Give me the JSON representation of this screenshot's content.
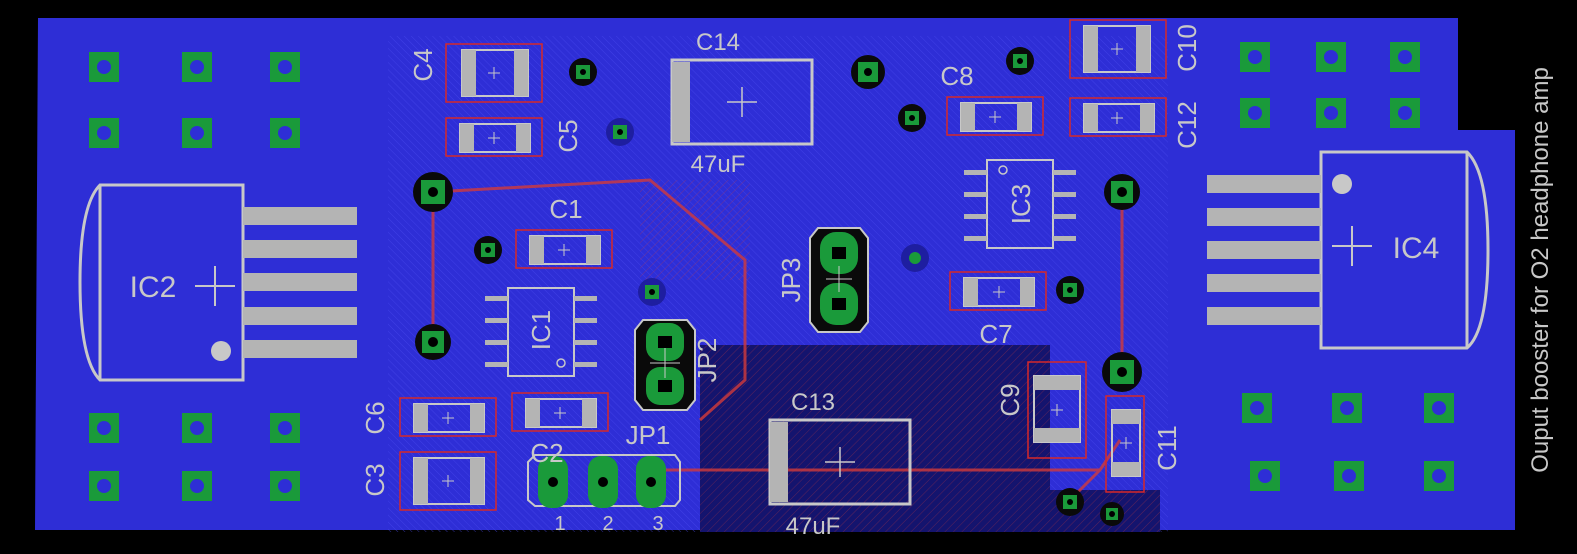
{
  "board": {
    "vertical_label": "Ouput booster for O2 headphone amp",
    "colors": {
      "background": "#000000",
      "bottom_copper": "#2e2ed6",
      "top_copper_hatch": "#d23a3a",
      "via": "#1a9a3a",
      "silkscreen": "#c8c8c8",
      "pad": "#b4b4b4",
      "part_outline": "#d62828"
    }
  },
  "components": {
    "C1": {
      "label": "C1"
    },
    "C2": {
      "label": "C2"
    },
    "C3": {
      "label": "C3"
    },
    "C4": {
      "label": "C4"
    },
    "C5": {
      "label": "C5"
    },
    "C6": {
      "label": "C6"
    },
    "C7": {
      "label": "C7"
    },
    "C8": {
      "label": "C8"
    },
    "C9": {
      "label": "C9"
    },
    "C10": {
      "label": "C10"
    },
    "C11": {
      "label": "C11"
    },
    "C12": {
      "label": "C12"
    },
    "C13": {
      "label": "C13",
      "value": "47uF"
    },
    "C14": {
      "label": "C14",
      "value": "47uF"
    },
    "IC1": {
      "label": "IC1"
    },
    "IC2": {
      "label": "IC2"
    },
    "IC3": {
      "label": "IC3"
    },
    "IC4": {
      "label": "IC4"
    },
    "JP1": {
      "label": "JP1",
      "pins": [
        "1",
        "2",
        "3"
      ]
    },
    "JP2": {
      "label": "JP2"
    },
    "JP3": {
      "label": "JP3"
    }
  }
}
